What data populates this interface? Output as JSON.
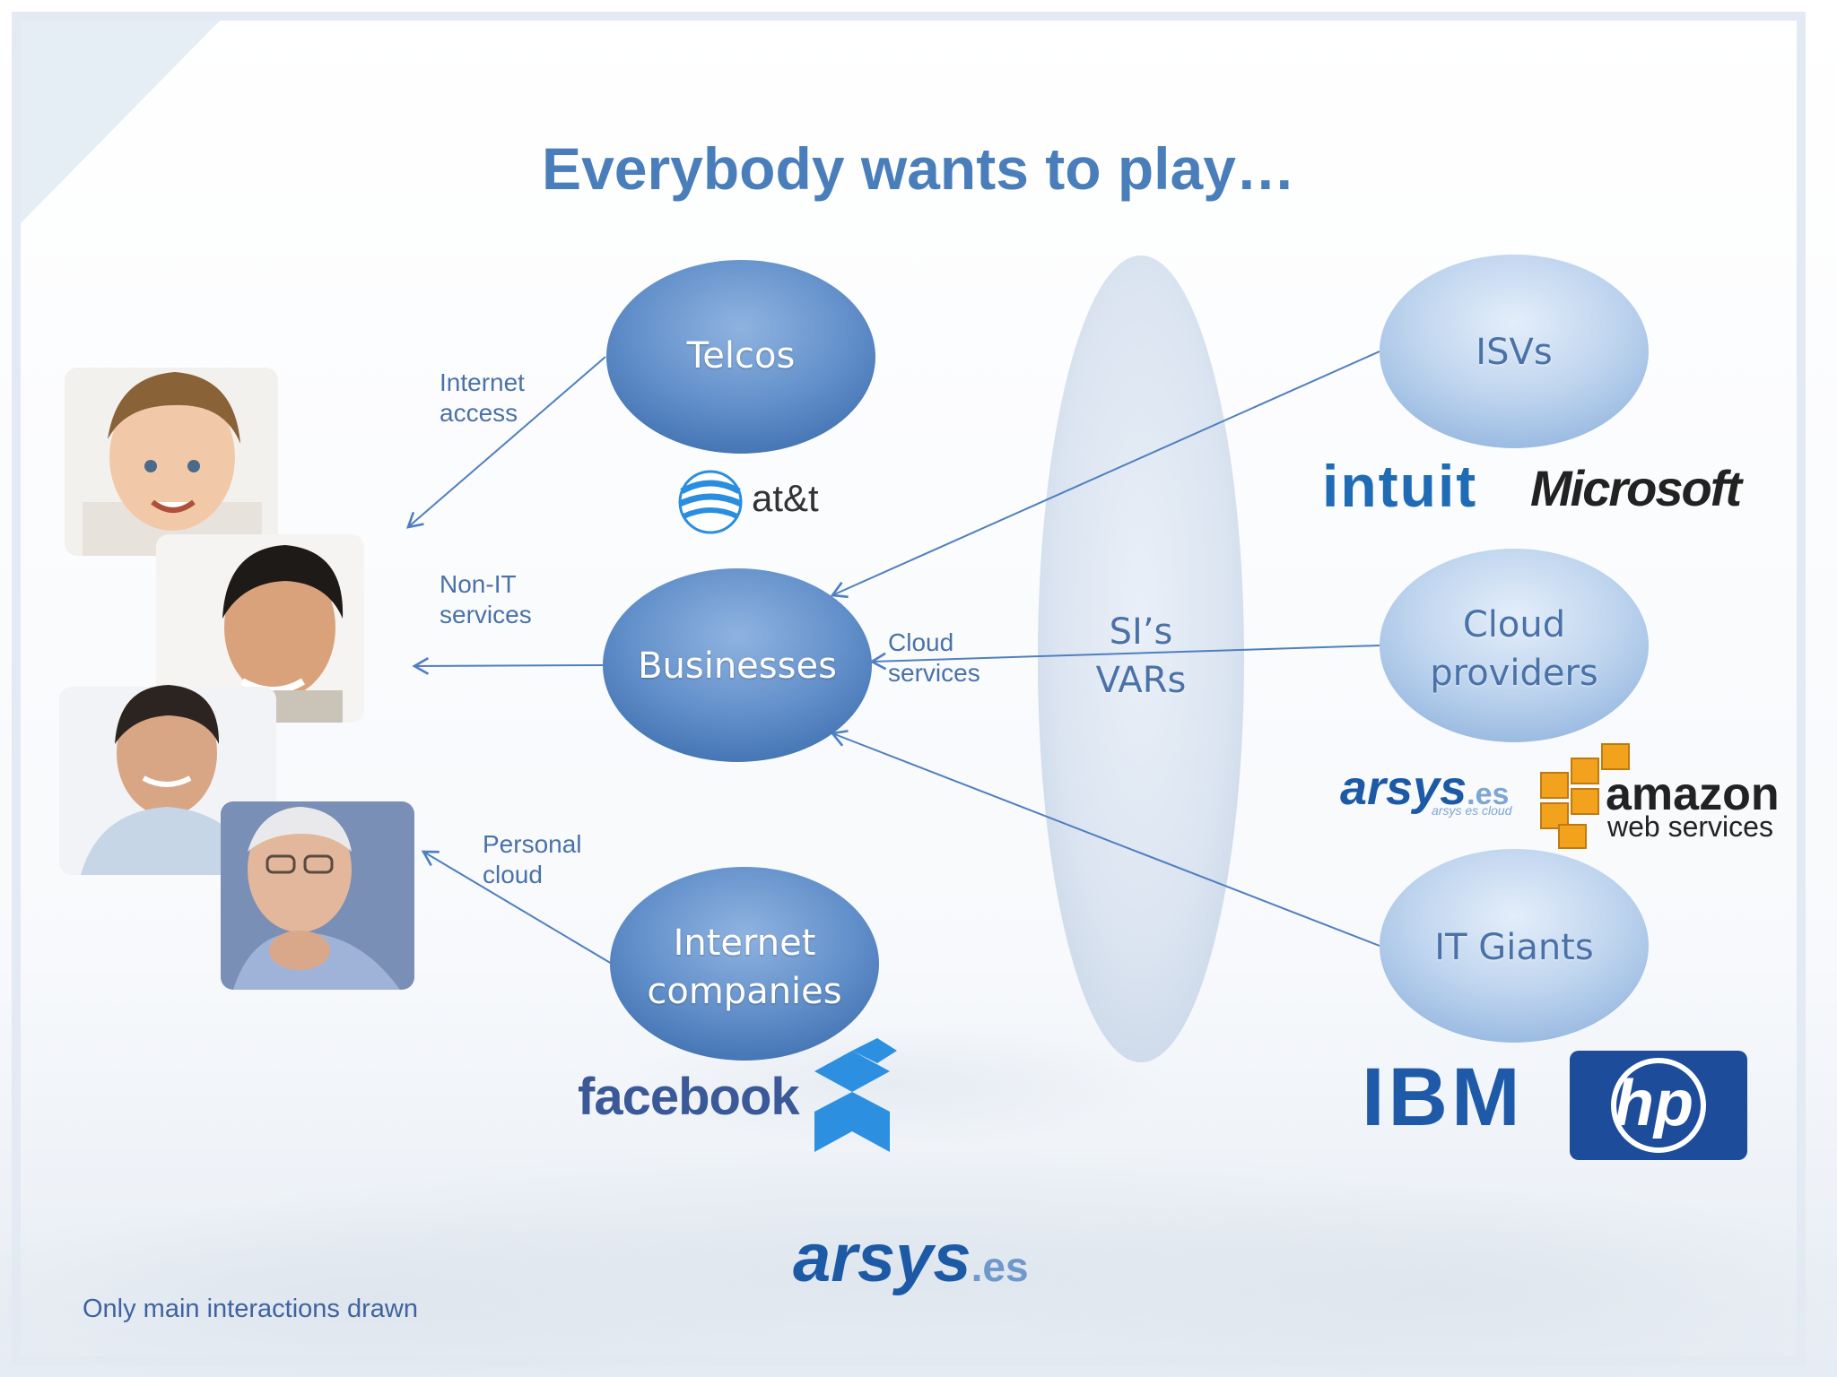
{
  "title": "Everybody wants to play…",
  "nodes": {
    "telcos": "Telcos",
    "businesses": "Businesses",
    "internet_companies": [
      "Internet",
      "companies"
    ],
    "isvs": "ISVs",
    "cloud_providers": [
      "Cloud",
      "providers"
    ],
    "it_giants": "IT Giants",
    "si_vars": [
      "SI’s",
      "VARs"
    ]
  },
  "edges": {
    "internet_access": [
      "Internet",
      "access"
    ],
    "non_it_services": [
      "Non-IT",
      "services"
    ],
    "cloud_services": [
      "Cloud",
      "services"
    ],
    "personal_cloud": [
      "Personal",
      "cloud"
    ]
  },
  "logos": {
    "att": "at&t",
    "intuit": "intuit",
    "microsoft": "Microsoft",
    "arsys_small": "arsys",
    "arsys_small_es": ".es",
    "arsys_small_sub": "arsys es cloud",
    "amazon": "amazon",
    "aws_sub": "web services",
    "facebook": "facebook",
    "ibm": "IBM",
    "hp": "hp",
    "arsys_footer": "arsys",
    "arsys_footer_es": ".es"
  },
  "footnote": "Only main interactions drawn",
  "colors": {
    "title": "#4a7ebb",
    "node_dark": "#5b8ac4",
    "node_light": "#a9c5e6",
    "edge": "#4f7fbf",
    "text_blue": "#4a72a8"
  }
}
